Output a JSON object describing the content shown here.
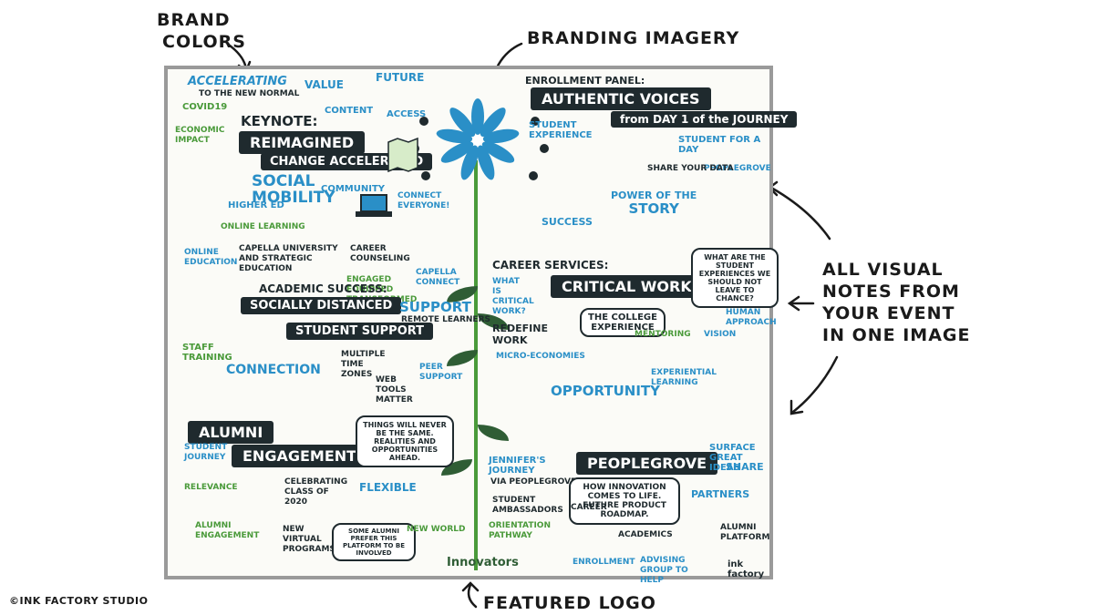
{
  "callouts": {
    "brand_colors_1": "BRAND",
    "brand_colors_2": "COLORS",
    "branding_imagery": "BRANDING IMAGERY",
    "all_visual_1": "ALL VISUAL",
    "all_visual_2": "NOTES FROM",
    "all_visual_3": "YOUR EVENT",
    "all_visual_4": "IN ONE IMAGE",
    "featured_logo": "FEATURED LOGO"
  },
  "credit": "©INK FACTORY STUDIO",
  "board": {
    "accelerating": "ACCELERATING",
    "new_normal": "TO THE NEW NORMAL",
    "keynote": "KEYNOTE:",
    "reimagined": "REIMAGINED",
    "change_accelerated": "CHANGE ACCELERATED",
    "social_mobility_1": "SOCIAL",
    "social_mobility_2": "MOBILITY",
    "community": "COMMUNITY",
    "content": "CONTENT",
    "access": "ACCESS",
    "future": "FUTURE",
    "value": "VALUE",
    "covid": "COVID19",
    "economic_impact": "ECONOMIC IMPACT",
    "connect_everyone": "CONNECT EVERYONE!",
    "online_learning": "ONLINE LEARNING",
    "higher_ed": "HIGHER ED",
    "enrollment_panel": "ENROLLMENT PANEL:",
    "authentic_voices": "AUTHENTIC VOICES",
    "from_day_1": "from DAY 1 of the JOURNEY",
    "student_experience": "STUDENT EXPERIENCE",
    "student_for_a_day": "STUDENT for a DAY",
    "peoplegrove_small": "PEOPLEGROVE",
    "power_of_story_1": "Power of the",
    "power_of_story_2": "STORY",
    "share_your_data": "SHARE YOUR DATA",
    "success": "SUCCESS",
    "online_education": "ONLINE EDUCATION",
    "capella": "CAPELLA UNIVERSITY and STRATEGIC EDUCATION",
    "career_counseling": "CAREER COUNSELING",
    "engaged": "ENGAGED EQUIPPED TRANSFORMED LEARNERS",
    "academic_success": "ACADEMIC SUCCESS:",
    "socially_distanced": "SOCIALLY DISTANCED",
    "student_support": "STUDENT SUPPORT",
    "support": "SUPPORT",
    "remote_learners": "REMOTE LEARNERS",
    "capella_connect": "CAPELLA CONNECT",
    "staff_training": "STAFF TRAINING",
    "connection": "CONNECTION",
    "peer_support": "PEER SUPPORT",
    "multiple_time_zones": "MULTIPLE TIME ZONES",
    "web_tools_matter": "WEB TOOLS MATTER",
    "career_services": "CAREER SERVICES:",
    "critical_work": "CRITICAL WORK:",
    "what_is_critical_work": "WHAT IS CRITICAL WORK?",
    "college_experience": "The COLLEGE EXPERIENCE",
    "redefine_work": "REDEFINE WORK",
    "micro_economies": "MICRO-ECONOMIES",
    "opportunity": "OPPORTUNITY",
    "experiential_learning": "EXPERIENTIAL LEARNING",
    "what_are_experiences": "WHAT ARE the STUDENT EXPERIENCES WE SHOULD NOT LEAVE to CHANCE?",
    "human_approach": "HUMAN APPROACH",
    "mentoring": "MENTORING",
    "vision": "VISION",
    "alumni": "ALUMNI",
    "engagement": "ENGAGEMENT",
    "student_journey": "STUDENT JOURNEY",
    "things_never_same": "THINGS WILL NEVER BE the SAME. REALITIES and OPPORTUNITIES AHEAD.",
    "flexible": "FLEXIBLE",
    "relevance": "RELEVANCE",
    "alumni_engagement": "ALUMNI ENGAGEMENT",
    "new_virtual_programs": "NEW VIRTUAL PROGRAMS",
    "some_alumni": "SOME ALUMNI PREFER THIS PLATFORM to BE INVOLVED",
    "celebrating": "CELEBRATING CLASS of 2020",
    "new_world": "NEW WORLD",
    "jennifers_journey": "JENNIFER'S JOURNEY",
    "via_peoplegrove": "VIA PEOPLEGROVE",
    "student_ambassadors": "STUDENT AMBASSADORS",
    "peoplegrove": "PEOPLEGROVE",
    "how_innovation": "HOW INNOVATION COMES to LIFE. FUTURE PRODUCT ROADMAP.",
    "surface_great_ideas": "SURFACE GREAT IDEAS",
    "share": "SHARE",
    "partners": "PARTNERS",
    "alumni_platform": "ALUMNI PLATFORM",
    "advising_group": "ADVISING GROUP to HELP",
    "orientation_pathway": "ORIENTATION PATHWAY",
    "enrollment": "ENROLLMENT",
    "academics": "ACADEMICS",
    "career": "CAREER",
    "logo_name": "Innovators",
    "logo_sub": "",
    "inkfactory": "ink factory",
    "inkfactory_sub": ""
  },
  "colors": {
    "dark": "#1f2a2e",
    "blue": "#2a8fc7",
    "green": "#4a9a3a",
    "dark_green": "#2f5d35",
    "frame": "#9a9a9a"
  },
  "icons": [
    "flower-logo-icon",
    "leaf-icon",
    "arrow-icon",
    "laptop-icon",
    "map-icon"
  ]
}
